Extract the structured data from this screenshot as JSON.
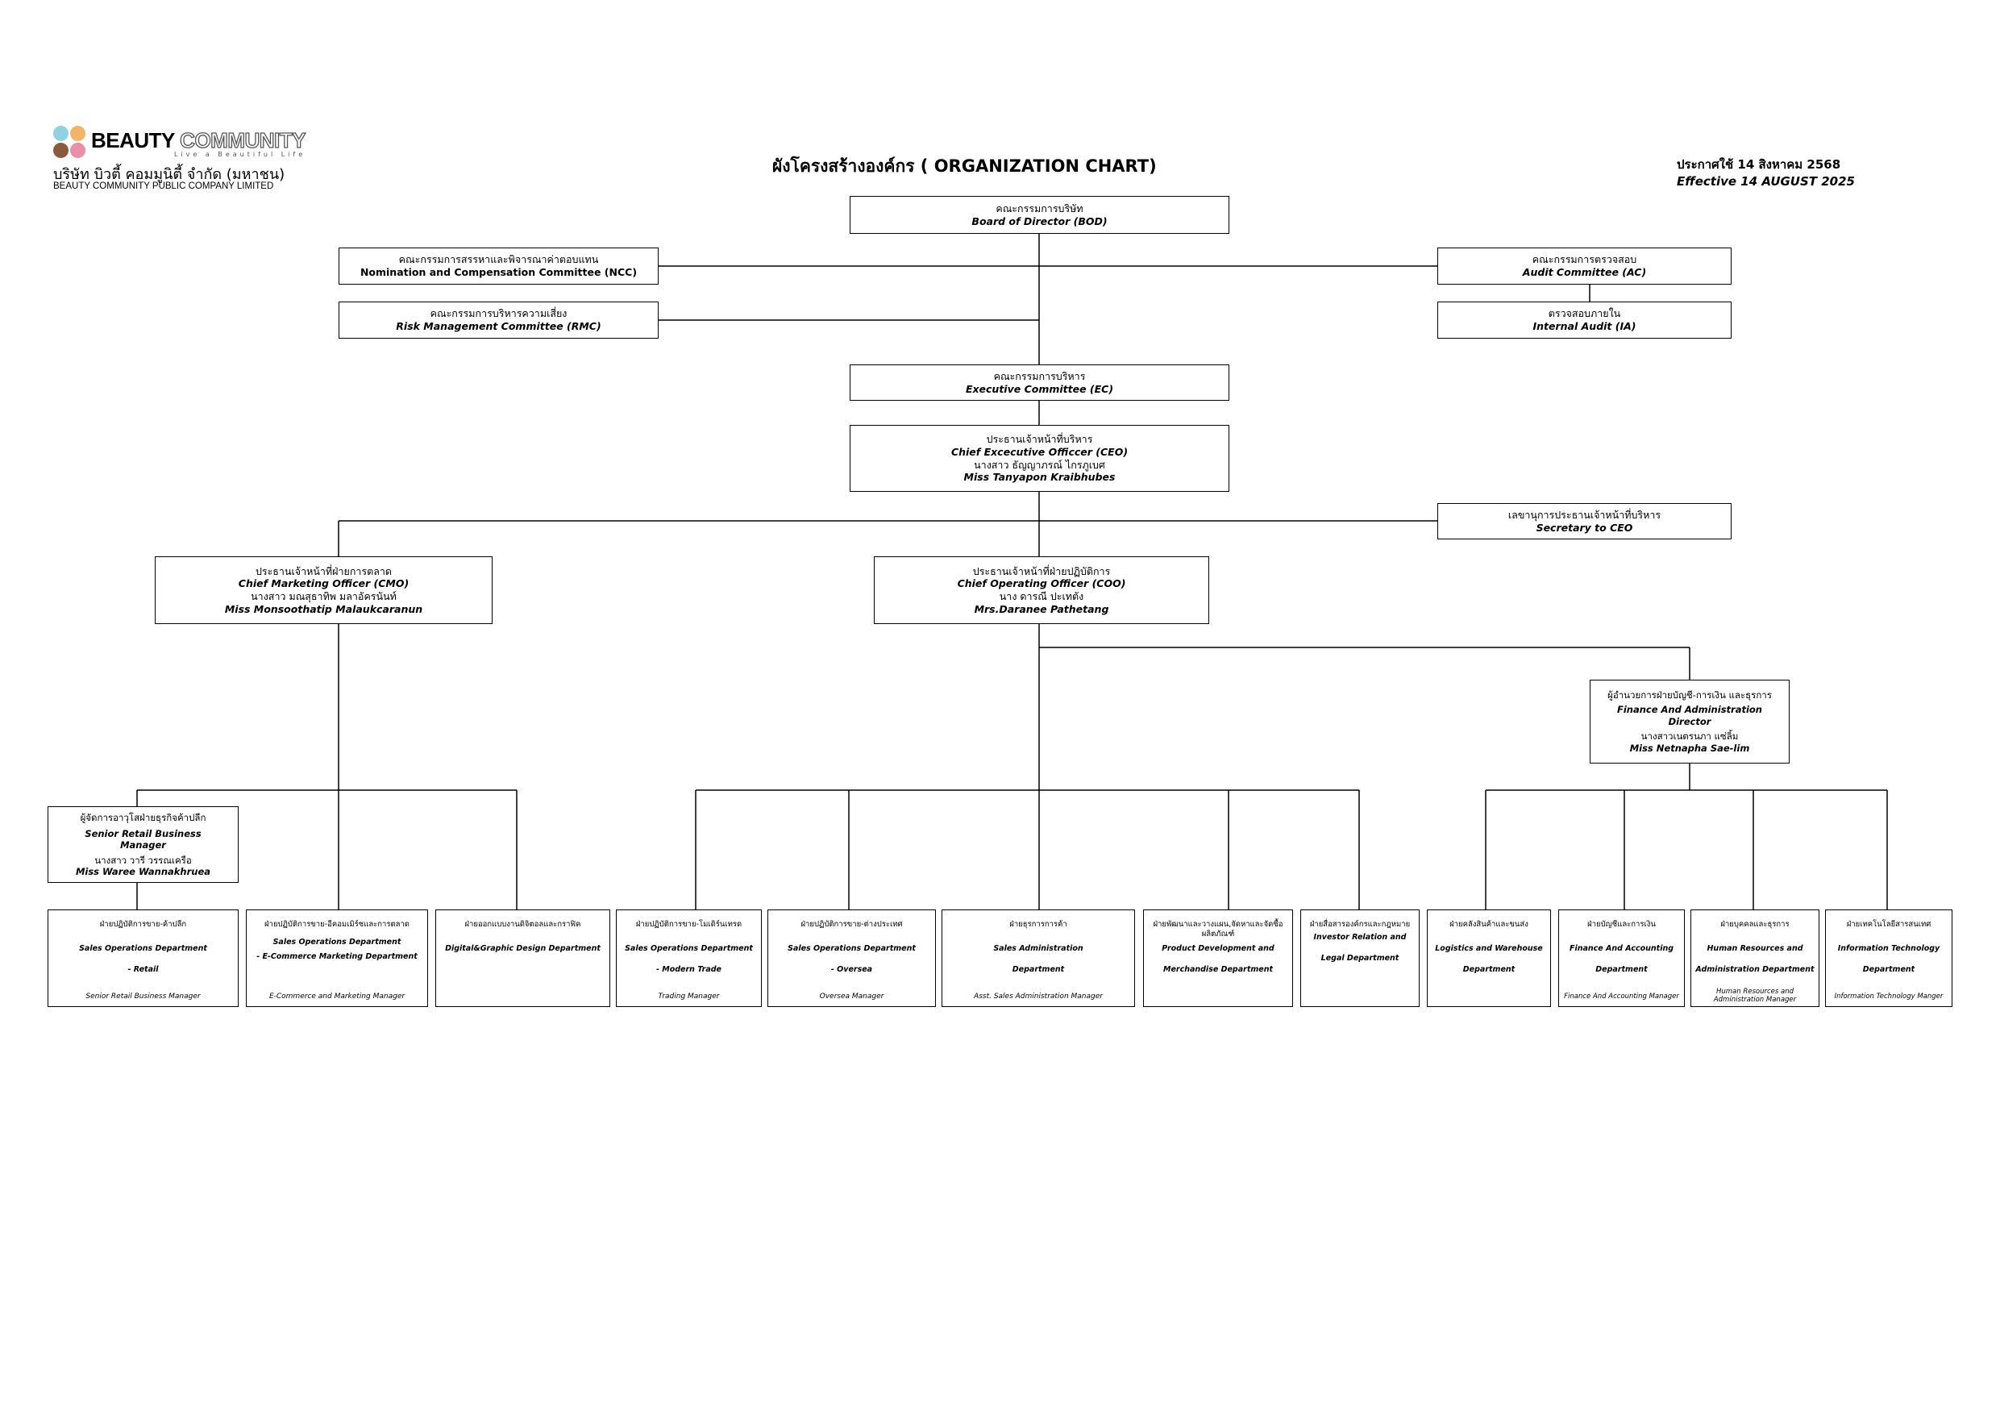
{
  "header": {
    "title": "ผังโครงสร้างองค์กร ( ORGANIZATION CHART)",
    "announce_th": "ประกาศใช้ 14 สิงหาคม 2568",
    "effective_en": "Effective 14 AUGUST 2025"
  },
  "logo": {
    "brand_1": "BEAUTY",
    "brand_2": "COMMUNITY",
    "tagline": "Live a Beautiful Life",
    "company_th": "บริษัท บิวตี้ คอมมูนิตี้ จำกัด (มหาชน)",
    "company_en": "BEAUTY COMMUNITY PUBLIC COMPANY LIMITED",
    "dot_colors": [
      "#8fd3e0",
      "#f2b36a",
      "#8b5a3c",
      "#e98fa8"
    ]
  },
  "chart": {
    "bod": {
      "th": "คณะกรรมการบริษัท",
      "en": "Board of Director (BOD)"
    },
    "ncc": {
      "th": "คณะกรรมการสรรหาและพิจารณาค่าตอบแทน",
      "en": "Nomination and Compensation Committee (NCC)"
    },
    "rmc": {
      "th": "คณะกรรมการบริหารความเสี่ยง",
      "en": "Risk Management Committee (RMC)"
    },
    "ac": {
      "th": "คณะกรรมการตรวจสอบ",
      "en": "Audit Committee (AC)"
    },
    "ia": {
      "th": "ตรวจสอบภายใน",
      "en": "Internal Audit (IA)"
    },
    "ec": {
      "th": "คณะกรรมการบริหาร",
      "en": "Executive Committee (EC)"
    },
    "ceo": {
      "th": "ประธานเจ้าหน้าที่บริหาร",
      "en": "Chief Excecutive Officcer (CEO)",
      "name_th": "นางสาว ธัญญาภรณ์  ไกรภูเบศ",
      "name_en": "Miss Tanyapon Kraibhubes"
    },
    "secretary": {
      "th": "เลขานุการประธานเจ้าหน้าที่บริหาร",
      "en": "Secretary to CEO"
    },
    "cmo": {
      "th": "ประธานเจ้าหน้าที่ฝ่ายการตลาด",
      "en": "Chief Marketing Officer (CMO)",
      "name_th": "นางสาว มณสุธาทิพ  มลาอัครนันท์",
      "name_en": "Miss Monsoothatip Malaukcaranun"
    },
    "coo": {
      "th": "ประธานเจ้าหน้าที่ฝ่ายปฏิบัติการ",
      "en": "Chief Operating Officer (COO)",
      "name_th": "นาง ดารณี ปะเทตัง",
      "name_en": "Mrs.Daranee Pathetang"
    },
    "fad": {
      "th": "ผู้อำนวยการฝ่ายบัญชี-การเงิน และธุรการ",
      "en": "Finance And Administration Director",
      "name_th": "นางสาวเนตรนภา  แซ่ลิ้ม",
      "name_en": "Miss Netnapha  Sae-lim"
    },
    "srbm": {
      "th": "ผู้จัดการอาวุโสฝ่ายธุรกิจค้าปลีก",
      "en": "Senior Retail Business Manager",
      "name_th": "นางสาว วารี วรรณเครือ",
      "name_en": "Miss Waree Wannakhruea"
    },
    "departments": [
      {
        "th": "ฝ่ายปฏิบัติการขาย-ค้าปลีก",
        "en1": "Sales Operations Department",
        "en2": "- Retail",
        "mgr": "Senior Retail Business Manager"
      },
      {
        "th": "ฝ่ายปฏิบัติการขาย-อีคอมเมิร์ชและการตลาด",
        "en1": "Sales Operations Department",
        "en2": "-  E-Commerce Marketing Department",
        "mgr": "E-Commerce and Marketing Manager"
      },
      {
        "th": "ฝ่ายออกแบบงานดิจิตอลและกราฟิค",
        "en1": "Digital&Graphic Design Department",
        "en2": "",
        "mgr": ""
      },
      {
        "th": "ฝ่ายปฏิบัติการขาย-โมเดิร์นเทรด",
        "en1": "Sales Operations Department",
        "en2": "- Modern Trade",
        "mgr": "Trading Manager"
      },
      {
        "th": "ฝ่ายปฏิบัติการขาย-ต่างประเทศ",
        "en1": "Sales Operations Department",
        "en2": "-  Oversea",
        "mgr": "Oversea Manager"
      },
      {
        "th": "ฝ่ายธุรการการค้า",
        "en1": "Sales Administration",
        "en2": "Department",
        "mgr": "Asst. Sales Administration Manager"
      },
      {
        "th": "ฝ่ายพัฒนาและวางแผน,จัดหาและจัดซื้อผลิตภัณฑ์",
        "en1": "Product Development and",
        "en2": "Merchandise Department",
        "mgr": ""
      },
      {
        "th": "ฝ่ายสื่อสารองค์กรและกฎหมาย",
        "en1": "Investor Relation and",
        "en2": "Legal Department",
        "mgr": ""
      },
      {
        "th": "ฝ่ายคลังสินค้าและขนส่ง",
        "en1": "Logistics and Warehouse",
        "en2": "Department",
        "mgr": ""
      },
      {
        "th": "ฝ่ายบัญชีและการเงิน",
        "en1": "Finance And Accounting",
        "en2": "Department",
        "mgr": "Finance And Accounting Manager"
      },
      {
        "th": "ฝ่ายบุคคลและธุรการ",
        "en1": "Human Resources and",
        "en2": "Administration Department",
        "mgr": "Human Resources and Administration Manager"
      },
      {
        "th": "ฝ่ายเทคโนโลยีสารสนเทศ",
        "en1": "Information Technology",
        "en2": "Department",
        "mgr": "Information Technology Manger"
      }
    ]
  }
}
